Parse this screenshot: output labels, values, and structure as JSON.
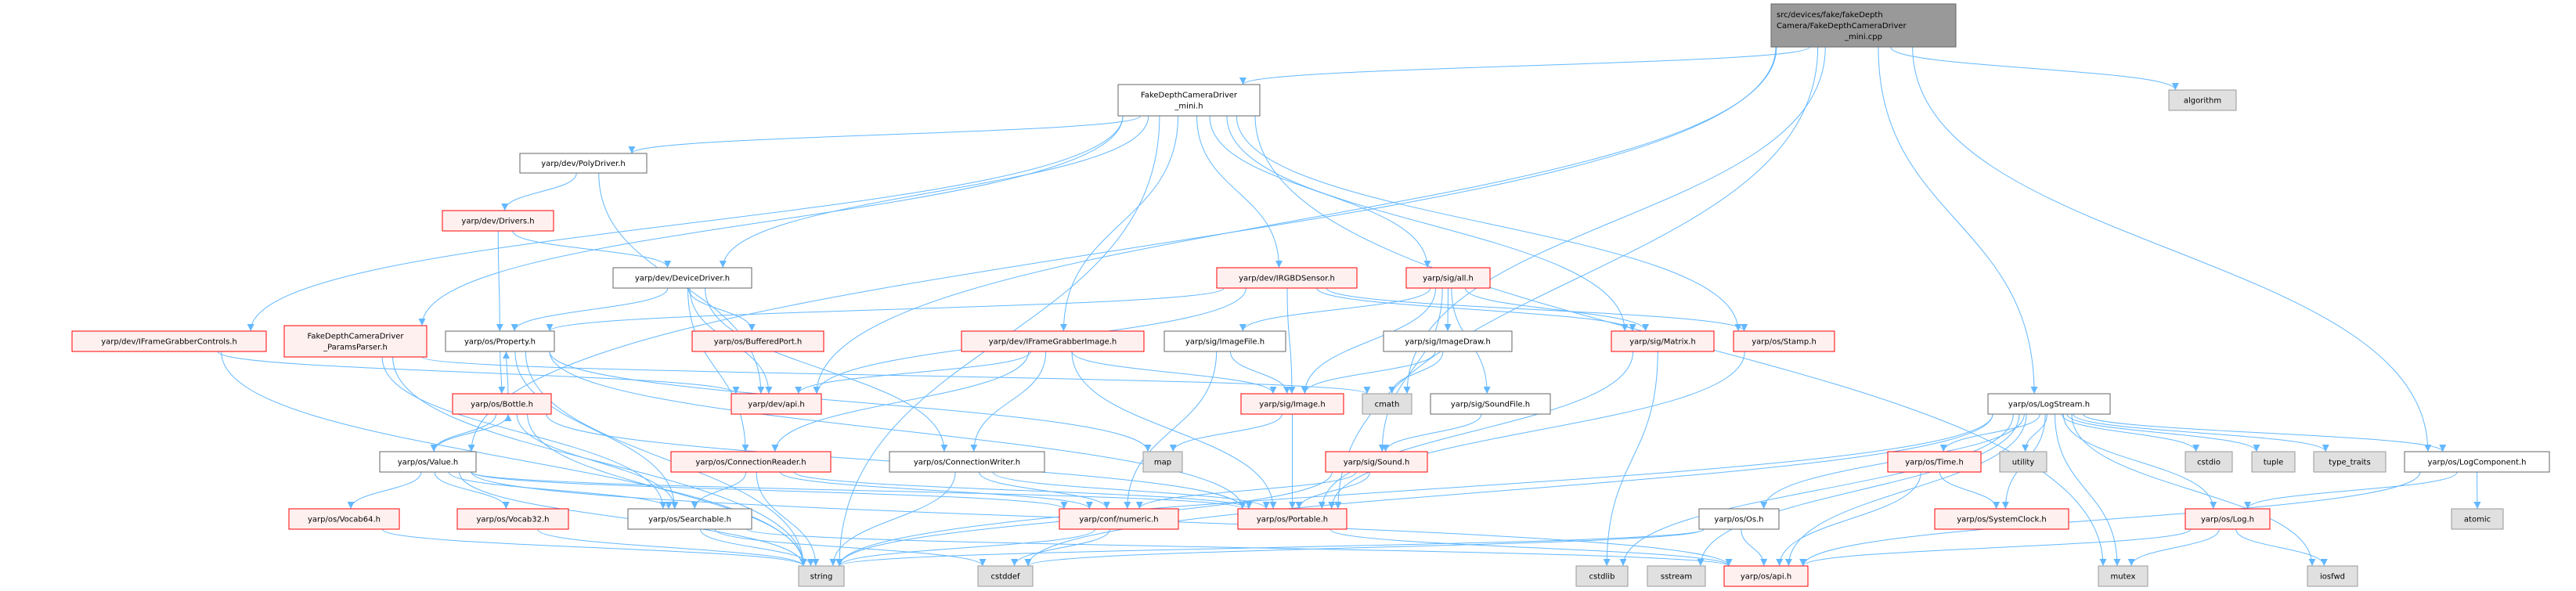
{
  "colors": {
    "edge": "#63b8ff",
    "red_border": "#ff0000",
    "external_fill": "#e0e0e0",
    "main_fill": "#999999"
  },
  "graph": {
    "nodes": [
      {
        "id": "cpp",
        "style": "main",
        "lines": [
          "src/devices/fake/fakeDepth",
          "Camera/FakeDepthCameraDriver",
          "_mini.cpp"
        ]
      },
      {
        "id": "mini",
        "style": "white",
        "lines": [
          "FakeDepthCameraDriver",
          "_mini.h"
        ]
      },
      {
        "id": "algorithm",
        "style": "ext",
        "lines": [
          "algorithm"
        ]
      },
      {
        "id": "polydriver",
        "style": "white",
        "lines": [
          "yarp/dev/PolyDriver.h"
        ]
      },
      {
        "id": "drivers",
        "style": "red",
        "lines": [
          "yarp/dev/Drivers.h"
        ]
      },
      {
        "id": "devicedriver",
        "style": "white",
        "lines": [
          "yarp/dev/DeviceDriver.h"
        ]
      },
      {
        "id": "irgbd",
        "style": "red",
        "lines": [
          "yarp/dev/IRGBDSensor.h"
        ]
      },
      {
        "id": "sigall",
        "style": "red",
        "lines": [
          "yarp/sig/all.h"
        ]
      },
      {
        "id": "ifgcontrols",
        "style": "red",
        "lines": [
          "yarp/dev/IFrameGrabberControls.h"
        ]
      },
      {
        "id": "params",
        "style": "red",
        "lines": [
          "FakeDepthCameraDriver",
          "_ParamsParser.h"
        ]
      },
      {
        "id": "property",
        "style": "white",
        "lines": [
          "yarp/os/Property.h"
        ]
      },
      {
        "id": "bufferedport",
        "style": "red",
        "lines": [
          "yarp/os/BufferedPort.h"
        ]
      },
      {
        "id": "ifgimage",
        "style": "red",
        "lines": [
          "yarp/dev/IFrameGrabberImage.h"
        ]
      },
      {
        "id": "imagefile",
        "style": "white",
        "lines": [
          "yarp/sig/ImageFile.h"
        ]
      },
      {
        "id": "imagedraw",
        "style": "white",
        "lines": [
          "yarp/sig/ImageDraw.h"
        ]
      },
      {
        "id": "matrix",
        "style": "red",
        "lines": [
          "yarp/sig/Matrix.h"
        ]
      },
      {
        "id": "stamp",
        "style": "red",
        "lines": [
          "yarp/os/Stamp.h"
        ]
      },
      {
        "id": "bottle",
        "style": "red",
        "lines": [
          "yarp/os/Bottle.h"
        ]
      },
      {
        "id": "devapi",
        "style": "red",
        "lines": [
          "yarp/dev/api.h"
        ]
      },
      {
        "id": "image",
        "style": "red",
        "lines": [
          "yarp/sig/Image.h"
        ]
      },
      {
        "id": "cmath",
        "style": "ext",
        "lines": [
          "cmath"
        ]
      },
      {
        "id": "soundfile",
        "style": "white",
        "lines": [
          "yarp/sig/SoundFile.h"
        ]
      },
      {
        "id": "logstream",
        "style": "white",
        "lines": [
          "yarp/os/LogStream.h"
        ]
      },
      {
        "id": "value",
        "style": "white",
        "lines": [
          "yarp/os/Value.h"
        ]
      },
      {
        "id": "connreader",
        "style": "red",
        "lines": [
          "yarp/os/ConnectionReader.h"
        ]
      },
      {
        "id": "connwriter",
        "style": "white",
        "lines": [
          "yarp/os/ConnectionWriter.h"
        ]
      },
      {
        "id": "map",
        "style": "ext",
        "lines": [
          "map"
        ]
      },
      {
        "id": "sound",
        "style": "red",
        "lines": [
          "yarp/sig/Sound.h"
        ]
      },
      {
        "id": "time",
        "style": "red",
        "lines": [
          "yarp/os/Time.h"
        ]
      },
      {
        "id": "utility",
        "style": "ext",
        "lines": [
          "utility"
        ]
      },
      {
        "id": "cstdio",
        "style": "ext",
        "lines": [
          "cstdio"
        ]
      },
      {
        "id": "tuple",
        "style": "ext",
        "lines": [
          "tuple"
        ]
      },
      {
        "id": "type_traits",
        "style": "ext",
        "lines": [
          "type_traits"
        ]
      },
      {
        "id": "logcomponent",
        "style": "white",
        "lines": [
          "yarp/os/LogComponent.h"
        ]
      },
      {
        "id": "vocab64",
        "style": "red",
        "lines": [
          "yarp/os/Vocab64.h"
        ]
      },
      {
        "id": "vocab32",
        "style": "red",
        "lines": [
          "yarp/os/Vocab32.h"
        ]
      },
      {
        "id": "searchable",
        "style": "white",
        "lines": [
          "yarp/os/Searchable.h"
        ]
      },
      {
        "id": "numeric",
        "style": "red",
        "lines": [
          "yarp/conf/numeric.h"
        ]
      },
      {
        "id": "portable",
        "style": "red",
        "lines": [
          "yarp/os/Portable.h"
        ]
      },
      {
        "id": "osh",
        "style": "white",
        "lines": [
          "yarp/os/Os.h"
        ]
      },
      {
        "id": "systemclock",
        "style": "red",
        "lines": [
          "yarp/os/SystemClock.h"
        ]
      },
      {
        "id": "log",
        "style": "red",
        "lines": [
          "yarp/os/Log.h"
        ]
      },
      {
        "id": "atomic",
        "style": "ext",
        "lines": [
          "atomic"
        ]
      },
      {
        "id": "string",
        "style": "ext",
        "lines": [
          "string"
        ]
      },
      {
        "id": "cstddef",
        "style": "ext",
        "lines": [
          "cstddef"
        ]
      },
      {
        "id": "cstdlib",
        "style": "ext",
        "lines": [
          "cstdlib"
        ]
      },
      {
        "id": "sstream",
        "style": "ext",
        "lines": [
          "sstream"
        ]
      },
      {
        "id": "osapi",
        "style": "red",
        "lines": [
          "yarp/os/api.h"
        ]
      },
      {
        "id": "mutex",
        "style": "ext",
        "lines": [
          "mutex"
        ]
      },
      {
        "id": "iosfwd",
        "style": "ext",
        "lines": [
          "iosfwd"
        ]
      }
    ],
    "edges": [
      [
        "cpp",
        "mini"
      ],
      [
        "cpp",
        "algorithm"
      ],
      [
        "cpp",
        "value"
      ],
      [
        "cpp",
        "cmath"
      ],
      [
        "cpp",
        "logstream"
      ],
      [
        "cpp",
        "logcomponent"
      ],
      [
        "cpp",
        "portable"
      ],
      [
        "cpp",
        "devapi"
      ],
      [
        "mini",
        "polydriver"
      ],
      [
        "mini",
        "devicedriver"
      ],
      [
        "mini",
        "ifgcontrols"
      ],
      [
        "mini",
        "params"
      ],
      [
        "mini",
        "ifgimage"
      ],
      [
        "mini",
        "irgbd"
      ],
      [
        "mini",
        "sigall"
      ],
      [
        "mini",
        "matrix"
      ],
      [
        "mini",
        "stamp"
      ],
      [
        "mini",
        "string"
      ],
      [
        "mini",
        "mutex"
      ],
      [
        "polydriver",
        "drivers"
      ],
      [
        "polydriver",
        "devapi"
      ],
      [
        "drivers",
        "devicedriver"
      ],
      [
        "drivers",
        "property"
      ],
      [
        "devicedriver",
        "property"
      ],
      [
        "devicedriver",
        "bufferedport"
      ],
      [
        "devicedriver",
        "devapi"
      ],
      [
        "devicedriver",
        "connwriter"
      ],
      [
        "devicedriver",
        "connreader"
      ],
      [
        "ifgcontrols",
        "devapi"
      ],
      [
        "ifgcontrols",
        "string"
      ],
      [
        "params",
        "string"
      ],
      [
        "params",
        "searchable"
      ],
      [
        "params",
        "cmath"
      ],
      [
        "property",
        "bottle"
      ],
      [
        "property",
        "string"
      ],
      [
        "property",
        "searchable"
      ],
      [
        "property",
        "portable"
      ],
      [
        "property",
        "map"
      ],
      [
        "bottle",
        "property"
      ],
      [
        "bottle",
        "value"
      ],
      [
        "bottle",
        "searchable"
      ],
      [
        "bottle",
        "string"
      ],
      [
        "bottle",
        "portable"
      ],
      [
        "value",
        "bottle"
      ],
      [
        "value",
        "vocab64"
      ],
      [
        "value",
        "vocab32"
      ],
      [
        "value",
        "searchable"
      ],
      [
        "value",
        "string"
      ],
      [
        "value",
        "portable"
      ],
      [
        "value",
        "numeric"
      ],
      [
        "value",
        "osapi"
      ],
      [
        "connreader",
        "searchable"
      ],
      [
        "connreader",
        "string"
      ],
      [
        "connreader",
        "numeric"
      ],
      [
        "connreader",
        "portable"
      ],
      [
        "vocab64",
        "string"
      ],
      [
        "vocab32",
        "string"
      ],
      [
        "searchable",
        "string"
      ],
      [
        "searchable",
        "cstddef"
      ],
      [
        "searchable",
        "osapi"
      ],
      [
        "irgbd",
        "property"
      ],
      [
        "irgbd",
        "devapi"
      ],
      [
        "irgbd",
        "image"
      ],
      [
        "irgbd",
        "matrix"
      ],
      [
        "irgbd",
        "stamp"
      ],
      [
        "sigall",
        "imagefile"
      ],
      [
        "sigall",
        "image"
      ],
      [
        "sigall",
        "imagedraw"
      ],
      [
        "sigall",
        "matrix"
      ],
      [
        "sigall",
        "soundfile"
      ],
      [
        "sigall",
        "sound"
      ],
      [
        "ifgimage",
        "devapi"
      ],
      [
        "ifgimage",
        "image"
      ],
      [
        "ifgimage",
        "connwriter"
      ],
      [
        "ifgimage",
        "connreader"
      ],
      [
        "ifgimage",
        "portable"
      ],
      [
        "imagefile",
        "image"
      ],
      [
        "imagefile",
        "numeric"
      ],
      [
        "imagedraw",
        "image"
      ],
      [
        "imagedraw",
        "cmath"
      ],
      [
        "matrix",
        "portable"
      ],
      [
        "matrix",
        "cstdlib"
      ],
      [
        "image",
        "map"
      ],
      [
        "image",
        "portable"
      ],
      [
        "soundfile",
        "sound"
      ],
      [
        "sound",
        "numeric"
      ],
      [
        "sound",
        "portable"
      ],
      [
        "sound",
        "string"
      ],
      [
        "connwriter",
        "numeric"
      ],
      [
        "connwriter",
        "portable"
      ],
      [
        "connwriter",
        "string"
      ],
      [
        "numeric",
        "cstddef"
      ],
      [
        "numeric",
        "string"
      ],
      [
        "portable",
        "osapi"
      ],
      [
        "stamp",
        "portable"
      ],
      [
        "logstream",
        "time"
      ],
      [
        "logstream",
        "utility"
      ],
      [
        "logstream",
        "systemclock"
      ],
      [
        "logstream",
        "osh"
      ],
      [
        "logstream",
        "cstdio"
      ],
      [
        "logstream",
        "tuple"
      ],
      [
        "logstream",
        "type_traits"
      ],
      [
        "logstream",
        "logcomponent"
      ],
      [
        "logstream",
        "log"
      ],
      [
        "logstream",
        "osapi"
      ],
      [
        "logstream",
        "mutex"
      ],
      [
        "logstream",
        "iosfwd"
      ],
      [
        "logstream",
        "string"
      ],
      [
        "logstream",
        "sstream"
      ],
      [
        "logstream",
        "cstdlib"
      ],
      [
        "logstream",
        "cstddef"
      ],
      [
        "time",
        "systemclock"
      ],
      [
        "time",
        "osapi"
      ],
      [
        "osh",
        "osapi"
      ],
      [
        "osh",
        "cstddef"
      ],
      [
        "osh",
        "string"
      ],
      [
        "logcomponent",
        "log"
      ],
      [
        "logcomponent",
        "atomic"
      ],
      [
        "logcomponent",
        "osapi"
      ],
      [
        "log",
        "osapi"
      ],
      [
        "log",
        "mutex"
      ],
      [
        "log",
        "iosfwd"
      ]
    ]
  }
}
